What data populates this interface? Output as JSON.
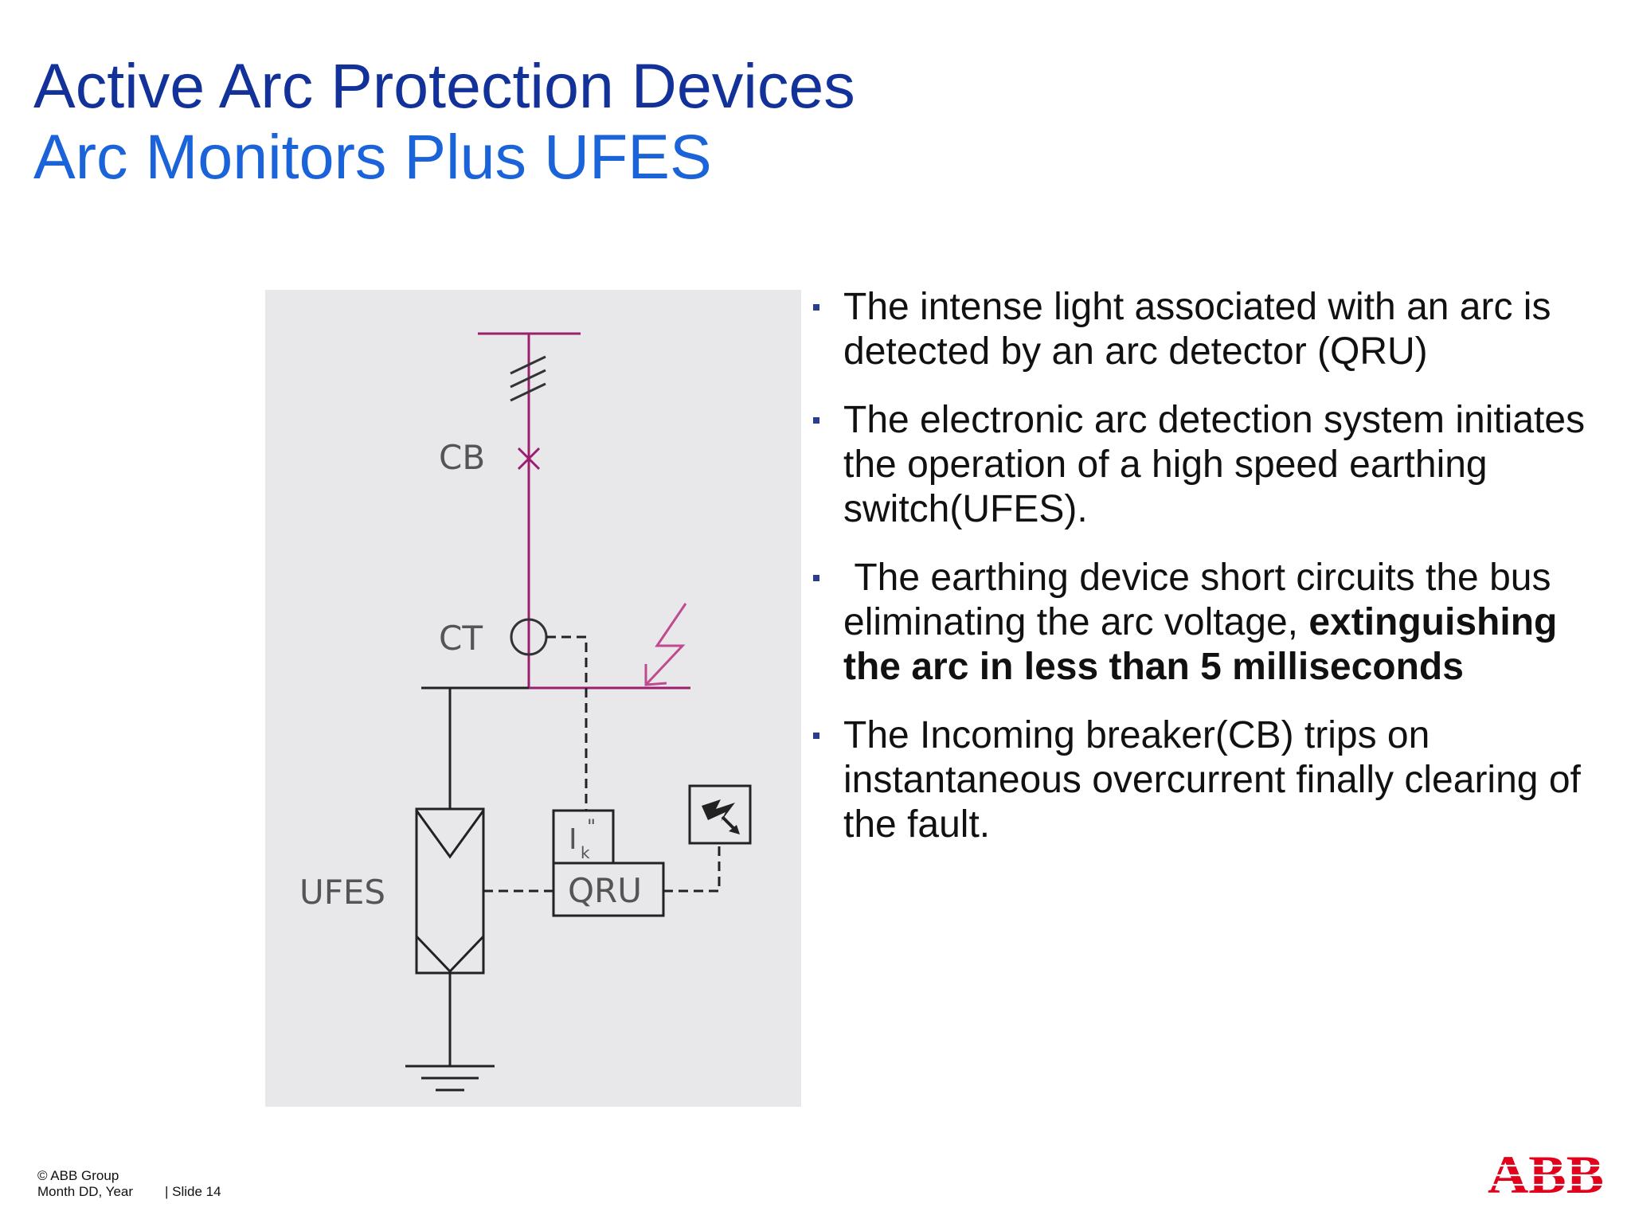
{
  "slide": {
    "title": "Active Arc Protection Devices",
    "subtitle": "Arc Monitors Plus UFES"
  },
  "diagram": {
    "labels": {
      "cb": "CB",
      "ct": "CT",
      "ufes": "UFES",
      "qru": "QRU",
      "ik": "I",
      "ik_sub": "k",
      "ik_sup": "\""
    },
    "colors": {
      "feeder": "#9c1f6f",
      "lines": "#222222",
      "panel": "#e8e7ea"
    }
  },
  "bullets": [
    {
      "text": "The intense light associated with an arc is detected by an arc detector (QRU)"
    },
    {
      "text": "The electronic arc detection system  initiates the operation of a high speed earthing switch(UFES)."
    },
    {
      "text": " The earthing device short circuits the bus eliminating the arc voltage, ",
      "bold": "extinguishing the arc in less than 5 milliseconds"
    },
    {
      "text": "The Incoming breaker(CB) trips on instantaneous overcurrent finally clearing of the fault."
    }
  ],
  "footer": {
    "copyright": "© ABB Group",
    "date": "Month DD, Year",
    "slide": "| Slide 14"
  },
  "logo": {
    "text": "ABB",
    "color": "#e2001a"
  }
}
